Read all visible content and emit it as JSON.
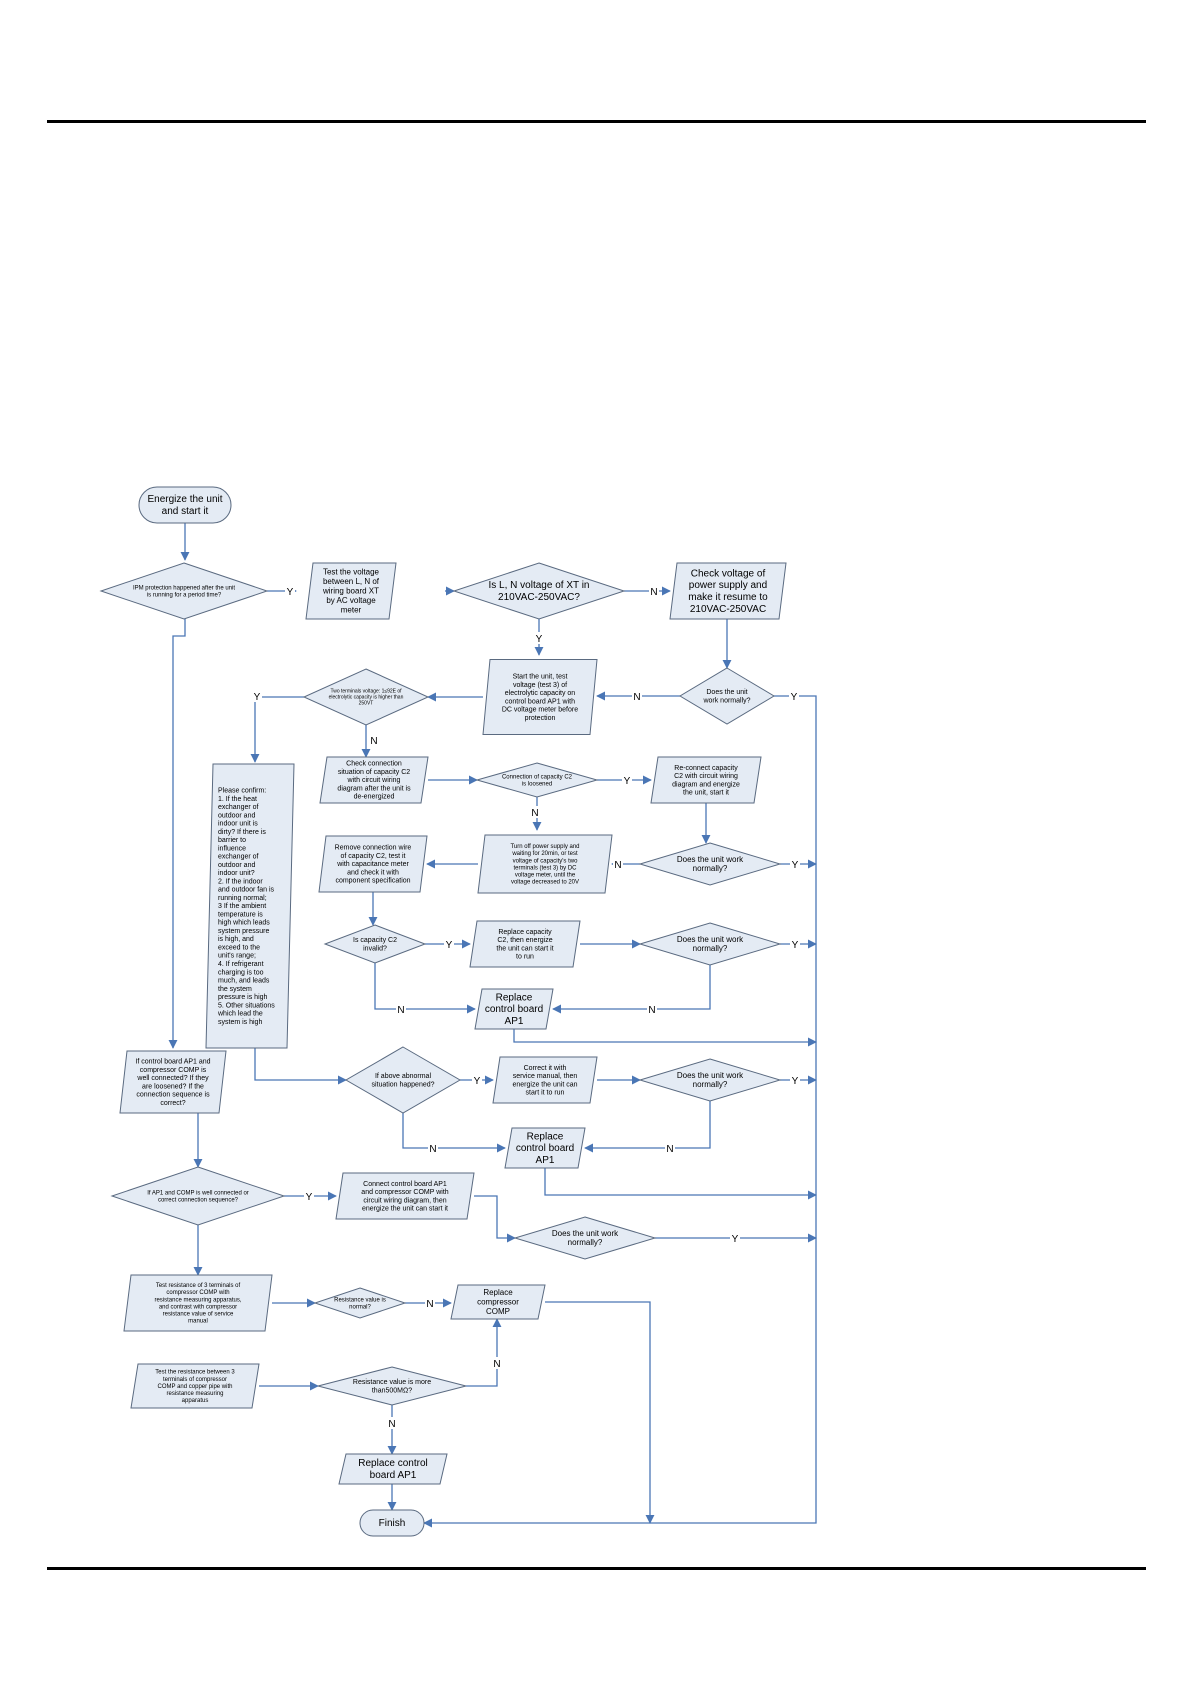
{
  "nodes": [
    {
      "id": "start",
      "shape": "terminal",
      "lines": [
        "Energize the unit",
        "and start it"
      ],
      "size": 10
    },
    {
      "id": "d_ipm",
      "shape": "diamond",
      "lines": [
        "IPM protection happened after the unit",
        "is running for a period time?"
      ],
      "size": 6
    },
    {
      "id": "p_testLN",
      "shape": "para",
      "lines": [
        "Test the voltage",
        "between L, N of",
        "wiring board XT",
        "by AC voltage",
        "meter"
      ],
      "size": 8
    },
    {
      "id": "d_LN",
      "shape": "diamond",
      "lines": [
        "Is  L, N voltage of XT in",
        "210VAC-250VAC?"
      ],
      "size": 10
    },
    {
      "id": "p_checkV",
      "shape": "para",
      "lines": [
        "Check voltage of",
        "power supply and",
        "make it resume to",
        "210VAC-250VAC"
      ],
      "size": 10
    },
    {
      "id": "d_work1",
      "shape": "diamond",
      "lines": [
        "Does the unit",
        "work normally?"
      ],
      "size": 7
    },
    {
      "id": "p_start",
      "shape": "para",
      "lines": [
        "Start the unit, test",
        "voltage (test 3) of",
        "electrolytic capacity on",
        "control board AP1 with",
        "DC voltage meter before",
        "protection"
      ],
      "size": 7
    },
    {
      "id": "d_terminal",
      "shape": "diamond",
      "lines": [
        "Two terminals voltage: 1≤92E  of",
        "electrolytic capacity is higher than",
        "250VT"
      ],
      "size": 5
    },
    {
      "id": "p_confirm",
      "shape": "para",
      "lines": [
        "Please confirm:",
        "1. If the heat",
        "exchanger of",
        "outdoor and",
        "indoor unit is",
        "dirty? If there is",
        "barrier to",
        "influence",
        "exchanger of",
        "outdoor and",
        "indoor unit?",
        "2. If the indoor",
        "and outdoor fan is",
        "running normal;",
        "3 If the ambient",
        "temperature is",
        "high which leads",
        "system pressure",
        "is high, and",
        "exceed to the",
        "unit's range;",
        "4. If refrigerant",
        "charging is too",
        "much, and leads",
        "the system",
        "pressure is high",
        "5. Other situations",
        "which lead the",
        "system is high"
      ],
      "size": 7
    },
    {
      "id": "p_checkC2",
      "shape": "para",
      "lines": [
        "Check connection",
        "situation of capacity C2",
        "with circuit wiring",
        "diagram after the unit is",
        "de-energized"
      ],
      "size": 7
    },
    {
      "id": "d_C2loose",
      "shape": "diamond",
      "lines": [
        "Connection of capacity C2",
        "is loosened"
      ],
      "size": 6
    },
    {
      "id": "p_reconnect",
      "shape": "para",
      "lines": [
        "Re-connect capacity",
        "C2 with circuit wiring",
        "diagram and energize",
        "the unit, start it"
      ],
      "size": 7
    },
    {
      "id": "d_work2",
      "shape": "diamond",
      "lines": [
        "Does the unit work",
        "normally?"
      ],
      "size": 8
    },
    {
      "id": "p_turnoff",
      "shape": "para",
      "lines": [
        "Turn off power supply and",
        "waiting for 20min, or test",
        "voltage of capacity's two",
        "terminals (test 3) by DC",
        "voltage meter, until the",
        "voltage decreased to 20V"
      ],
      "size": 6
    },
    {
      "id": "p_remove",
      "shape": "para",
      "lines": [
        "Remove connection wire",
        "of capacity C2, test it",
        "with capacitance meter",
        "and check it with",
        "component specification"
      ],
      "size": 7
    },
    {
      "id": "d_invalid",
      "shape": "diamond",
      "lines": [
        "Is capacity C2",
        "invalid?"
      ],
      "size": 7
    },
    {
      "id": "p_replaceC2",
      "shape": "para",
      "lines": [
        "Replace capacity",
        "C2, then energize",
        "the unit can start it",
        "to run"
      ],
      "size": 7
    },
    {
      "id": "d_work3",
      "shape": "diamond",
      "lines": [
        "Does the unit work",
        "normally?"
      ],
      "size": 8
    },
    {
      "id": "p_replaceAP1a",
      "shape": "para",
      "lines": [
        "Replace",
        "control board",
        "AP1"
      ],
      "size": 10
    },
    {
      "id": "p_ifboard",
      "shape": "para",
      "lines": [
        "If control board AP1 and",
        "compressor COMP is",
        "well connected? If they",
        "are loosened? If the",
        "connection sequence is",
        "correct?"
      ],
      "size": 7
    },
    {
      "id": "d_abnormal",
      "shape": "diamond",
      "lines": [
        "If above abnormal",
        "situation happened?"
      ],
      "size": 7
    },
    {
      "id": "p_correct",
      "shape": "para",
      "lines": [
        "Correct it with",
        "service manual, then",
        "energize the unit can",
        "start it to run"
      ],
      "size": 7
    },
    {
      "id": "d_work4",
      "shape": "diamond",
      "lines": [
        "Does the unit work",
        "normally?"
      ],
      "size": 8
    },
    {
      "id": "p_replaceAP1b",
      "shape": "para",
      "lines": [
        "Replace",
        "control board",
        "AP1"
      ],
      "size": 10
    },
    {
      "id": "d_AP1COMP",
      "shape": "diamond",
      "lines": [
        "If AP1 and COMP is well connected or",
        "correct connection sequence?"
      ],
      "size": 6
    },
    {
      "id": "p_connect",
      "shape": "para",
      "lines": [
        "Connect control board AP1",
        "and compressor COMP with",
        "circuit wiring diagram, then",
        "energize the unit can start it"
      ],
      "size": 7
    },
    {
      "id": "d_work5",
      "shape": "diamond",
      "lines": [
        "Does the unit work",
        "normally?"
      ],
      "size": 8
    },
    {
      "id": "p_testRes3",
      "shape": "para",
      "lines": [
        "Test resistance of 3 terminals of",
        "compressor COMP with",
        "resistance measuring apparatus,",
        "and contrast with compressor",
        "resistance value of service",
        "manual"
      ],
      "size": 6
    },
    {
      "id": "d_resNormal",
      "shape": "diamond",
      "lines": [
        "Resistance value is",
        "normal?"
      ],
      "size": 6
    },
    {
      "id": "p_replaceCOMP",
      "shape": "para",
      "lines": [
        "Replace",
        "compressor",
        "COMP"
      ],
      "size": 8
    },
    {
      "id": "p_testResPipe",
      "shape": "para",
      "lines": [
        "Test the resistance between 3",
        "terminals of compressor",
        "COMP and copper pipe with",
        "resistance measuring",
        "apparatus"
      ],
      "size": 6
    },
    {
      "id": "d_res500",
      "shape": "diamond",
      "lines": [
        "Resistance value is more",
        "than500MΩ?"
      ],
      "size": 7
    },
    {
      "id": "p_replaceCtrl",
      "shape": "para",
      "lines": [
        "Replace control",
        "board AP1"
      ],
      "size": 10
    },
    {
      "id": "finish",
      "shape": "terminal",
      "lines": [
        "Finish"
      ],
      "size": 10
    }
  ],
  "edge_labels": [
    {
      "id": "l_ipm_y",
      "text": "Y"
    },
    {
      "id": "l_ln_n",
      "text": "N"
    },
    {
      "id": "l_ln_y",
      "text": "Y"
    },
    {
      "id": "l_work1_n",
      "text": "N"
    },
    {
      "id": "l_work1_y",
      "text": "Y"
    },
    {
      "id": "l_term_y",
      "text": "Y"
    },
    {
      "id": "l_term_n",
      "text": "N"
    },
    {
      "id": "l_loose_y",
      "text": "Y"
    },
    {
      "id": "l_loose_n",
      "text": "N"
    },
    {
      "id": "l_work2_n",
      "text": "N"
    },
    {
      "id": "l_work2_y",
      "text": "Y"
    },
    {
      "id": "l_inv_y",
      "text": "Y"
    },
    {
      "id": "l_inv_n",
      "text": "N"
    },
    {
      "id": "l_work3_y",
      "text": "Y"
    },
    {
      "id": "l_work3_n",
      "text": "N"
    },
    {
      "id": "l_abn_y",
      "text": "Y"
    },
    {
      "id": "l_abn_n",
      "text": "N"
    },
    {
      "id": "l_work4_y",
      "text": "Y"
    },
    {
      "id": "l_work4_n",
      "text": "N"
    },
    {
      "id": "l_ap1_y",
      "text": "Y"
    },
    {
      "id": "l_work5_y",
      "text": "Y"
    },
    {
      "id": "l_resn_n",
      "text": "N"
    },
    {
      "id": "l_res500_n1",
      "text": "N"
    },
    {
      "id": "l_res500_n2",
      "text": "N"
    }
  ]
}
